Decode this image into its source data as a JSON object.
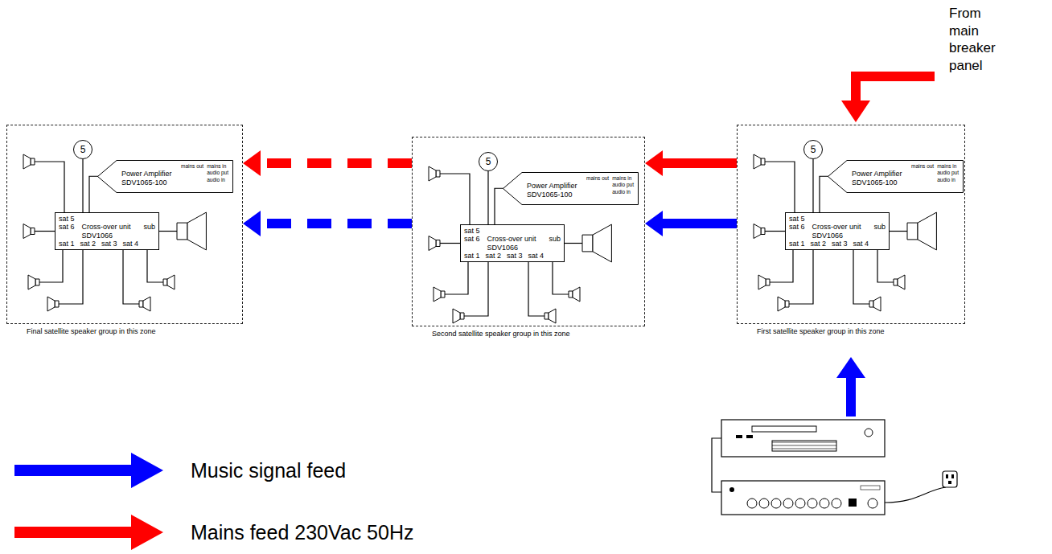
{
  "diagram": {
    "nodes": [
      {
        "text": [
          "Final satellite speaker group in this zone"
        ]
      },
      {
        "text": [
          "Power Amplifier SDV1065-100",
          "mains out",
          "mains in",
          "audio put",
          "audio in"
        ],
        "in": 0
      },
      {
        "text": [
          "5"
        ],
        "in": 0
      },
      {
        "text": [
          "Cross-over unit SDV1066",
          "sat 5",
          "sat 6",
          "sat 1",
          "sat 2",
          "sat 3",
          "sat 4",
          "sub"
        ],
        "in": 0
      },
      {
        "text": [
          "Second satellite speaker group in this zone"
        ]
      },
      {
        "text": [
          "Power Amplifier SDV1065-100",
          "mains out",
          "mains in",
          "audio put",
          "audio in"
        ],
        "in": 4
      },
      {
        "text": [
          "5"
        ],
        "in": 4
      },
      {
        "text": [
          "Cross-over unit SDV1066",
          "sat 5",
          "sat 6",
          "sat 1",
          "sat 2",
          "sat 3",
          "sat 4",
          "sub"
        ],
        "in": 4
      },
      {
        "text": [
          "First satellite speaker group in this zone"
        ]
      },
      {
        "text": [
          "Power Amplifier SDV1065-100",
          "mains out",
          "mains in",
          "audio put",
          "audio in"
        ],
        "in": 8
      },
      {
        "text": [
          "5"
        ],
        "in": 8
      },
      {
        "text": [
          "Cross-over unit SDV1066",
          "sat 5",
          "sat 6",
          "sat 1",
          "sat 2",
          "sat 3",
          "sat 4",
          "sub"
        ],
        "in": 8
      }
    ],
    "edges": [
      {
        "from": 8,
        "to": 4,
        "arrow": "to"
      },
      {
        "from": 8,
        "to": 4,
        "arrow": "to"
      },
      {
        "from": 4,
        "to": 0,
        "arrow": "to"
      },
      {
        "from": 4,
        "to": 0,
        "arrow": "to"
      },
      {
        "from": 1,
        "to": 3,
        "arrow": "none"
      },
      {
        "from": 2,
        "to": 3,
        "arrow": "none"
      },
      {
        "from": 5,
        "to": 7,
        "arrow": "none"
      },
      {
        "from": 6,
        "to": 7,
        "arrow": "none"
      },
      {
        "from": 9,
        "to": 11,
        "arrow": "none"
      },
      {
        "from": 10,
        "to": 11,
        "arrow": "none"
      }
    ],
    "labels": [
      "From main breaker panel"
    ],
    "legend": [
      {
        "text": "Music signal feed",
        "color": "#0000ff"
      },
      {
        "text": "Mains feed 230Vac 50Hz",
        "color": "#ff0000"
      }
    ]
  }
}
